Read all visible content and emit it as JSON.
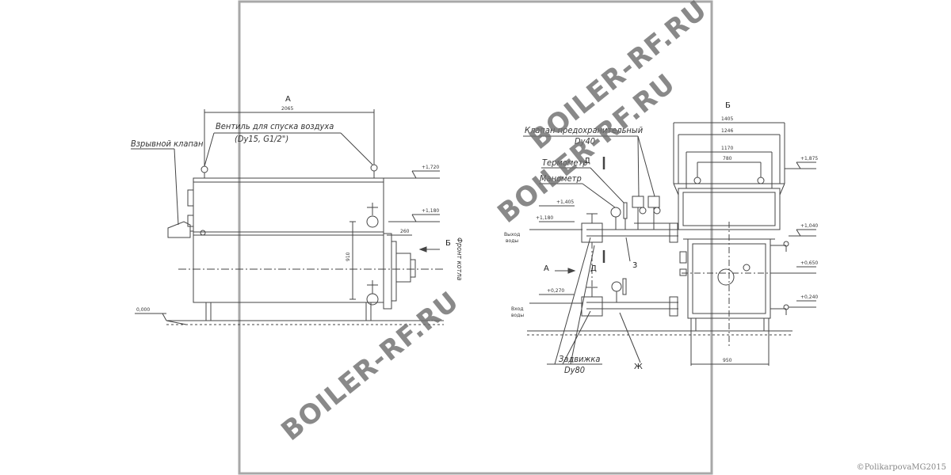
{
  "views": {
    "view_a": "А",
    "view_b": "Б",
    "arrow_b": "Б",
    "arrow_a": "А",
    "section_d_top": "Д",
    "section_d_bottom": "Д"
  },
  "labels": {
    "explosion_valve": "Взрывной клапан",
    "air_vent_line1": "Вентиль для спуска воздуха",
    "air_vent_line2": "(Dy15, G1/2\")",
    "boiler_front": "Фронт котла",
    "safety_valve_line1": "Клапан предохранительный",
    "safety_valve_line2": "Dy40",
    "thermometer": "Термометр",
    "manometer": "Манометр",
    "water_out_line1": "Выход",
    "water_out_line2": "воды",
    "water_in_line1": "Вход",
    "water_in_line2": "воды",
    "gate_valve_line1": "Задвижка",
    "gate_valve_line2": "Dy80",
    "mark_3": "3",
    "mark_zh": "Ж"
  },
  "dimensions": {
    "left_width": "2065",
    "left_height_910": "910",
    "left_260": "260",
    "left_elev_1720": "+1,720",
    "left_elev_1180": "+1,180",
    "left_elev_0": "0,000",
    "right_elev_1405": "+1,405",
    "right_elev_1180": "+1,180",
    "right_elev_0270": "+0,270",
    "right_w_1405": "1405",
    "right_w_1246": "1246",
    "right_w_1170": "1170",
    "right_w_780": "780",
    "right_elev_1875": "+1,875",
    "right_elev_1040": "+1,040",
    "right_elev_0650": "+0,650",
    "right_elev_0240": "+0,240",
    "right_w_950": "950"
  },
  "watermarks": [
    "BOILER-RF.RU",
    "BOILER-RF.RU",
    "BOILER-RF.RU"
  ],
  "copyright": "©PolikarpovaMG2015",
  "colors": {
    "line": "#333333",
    "frame": "#a8a8a8",
    "watermark": "#6f6f6f"
  }
}
